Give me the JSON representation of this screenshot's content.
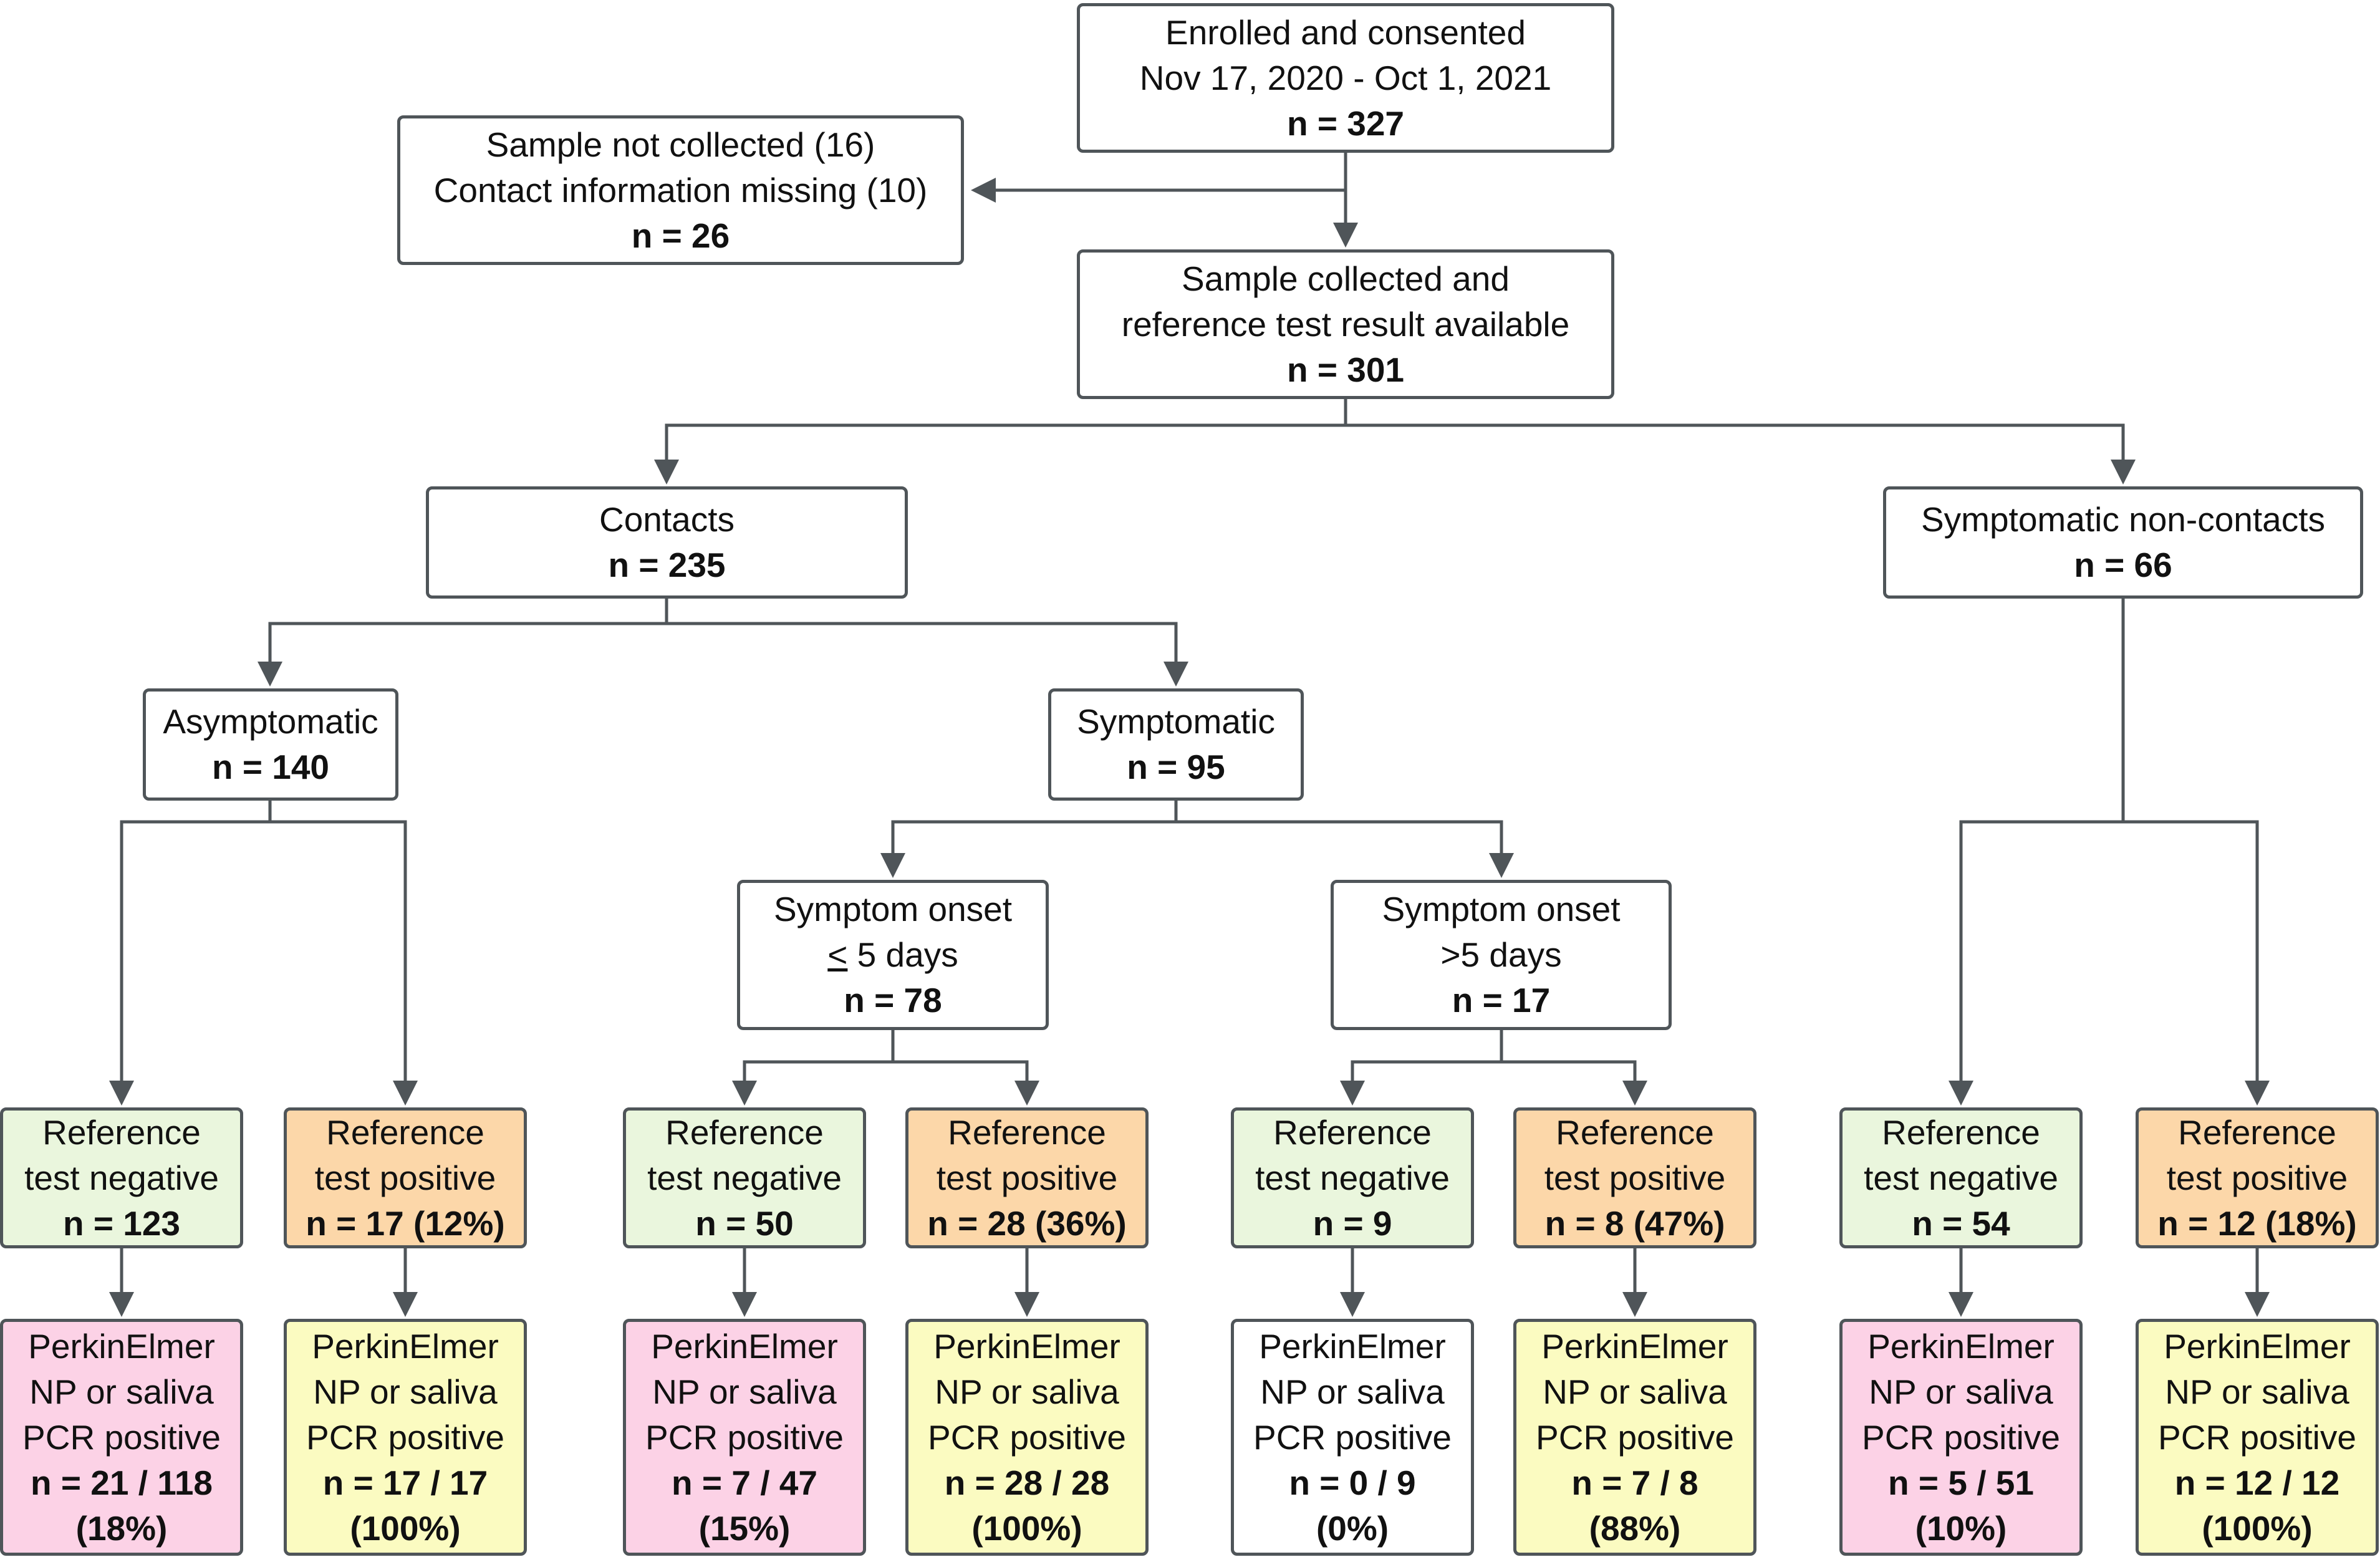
{
  "colors": {
    "border": "#4f5559",
    "negative_fill": "#eaf6dd",
    "positive_fill": "#fcd7a9",
    "pcr_low_fill": "#fcd2e6",
    "pcr_full_fill": "#fbfbc1",
    "plain_fill": "#ffffff"
  },
  "nodes": {
    "enrolled": {
      "line1": "Enrolled and consented",
      "line2": "Nov 17, 2020 - Oct 1, 2021",
      "count": "n = 327"
    },
    "excluded": {
      "line1": "Sample not collected (16)",
      "line2": "Contact information missing (10)",
      "count": "n = 26"
    },
    "collected": {
      "line1": "Sample collected and",
      "line2": "reference test result available",
      "count": "n = 301"
    },
    "contacts": {
      "label": "Contacts",
      "count": "n = 235"
    },
    "noncontacts": {
      "label": "Symptomatic non-contacts",
      "count": "n = 66"
    },
    "asymptomatic": {
      "label": "Asymptomatic",
      "count": "n = 140"
    },
    "symptomatic": {
      "label": "Symptomatic",
      "count": "n = 95"
    },
    "onset_early": {
      "line1": "Symptom onset",
      "line2_symbol": "<",
      "line2_rest": " 5 days",
      "count": "n = 78"
    },
    "onset_late": {
      "line1": "Symptom onset",
      "line2": ">5 days",
      "count": "n = 17"
    },
    "ref_asym_neg": {
      "line1": "Reference",
      "line2": "test negative",
      "count": "n = 123"
    },
    "ref_asym_pos": {
      "line1": "Reference",
      "line2": "test positive",
      "count": "n = 17 (12%)"
    },
    "ref_early_neg": {
      "line1": "Reference",
      "line2": "test negative",
      "count": "n = 50"
    },
    "ref_early_pos": {
      "line1": "Reference",
      "line2": "test positive",
      "count": "n = 28 (36%)"
    },
    "ref_late_neg": {
      "line1": "Reference",
      "line2": "test negative",
      "count": "n = 9"
    },
    "ref_late_pos": {
      "line1": "Reference",
      "line2": "test positive",
      "count": "n = 8 (47%)"
    },
    "ref_nc_neg": {
      "line1": "Reference",
      "line2": "test negative",
      "count": "n = 54"
    },
    "ref_nc_pos": {
      "line1": "Reference",
      "line2": "test positive",
      "count": "n = 12 (18%)"
    },
    "pcr_asym_neg": {
      "line1": "PerkinElmer",
      "line2": "NP or saliva",
      "line3": "PCR positive",
      "count": "n = 21 / 118",
      "pct": "(18%)"
    },
    "pcr_asym_pos": {
      "line1": "PerkinElmer",
      "line2": "NP or saliva",
      "line3": "PCR positive",
      "count": "n = 17 / 17",
      "pct": "(100%)"
    },
    "pcr_early_neg": {
      "line1": "PerkinElmer",
      "line2": "NP or saliva",
      "line3": "PCR positive",
      "count": "n = 7 / 47",
      "pct": "(15%)"
    },
    "pcr_early_pos": {
      "line1": "PerkinElmer",
      "line2": "NP or saliva",
      "line3": "PCR positive",
      "count": "n = 28 / 28",
      "pct": "(100%)"
    },
    "pcr_late_neg": {
      "line1": "PerkinElmer",
      "line2": "NP or saliva",
      "line3": "PCR positive",
      "count": "n = 0 / 9",
      "pct": "(0%)"
    },
    "pcr_late_pos": {
      "line1": "PerkinElmer",
      "line2": "NP or saliva",
      "line3": "PCR positive",
      "count": "n = 7 / 8",
      "pct": "(88%)"
    },
    "pcr_nc_neg": {
      "line1": "PerkinElmer",
      "line2": "NP or saliva",
      "line3": "PCR positive",
      "count": "n = 5 / 51",
      "pct": "(10%)"
    },
    "pcr_nc_pos": {
      "line1": "PerkinElmer",
      "line2": "NP or saliva",
      "line3": "PCR positive",
      "count": "n = 12 / 12",
      "pct": "(100%)"
    }
  }
}
